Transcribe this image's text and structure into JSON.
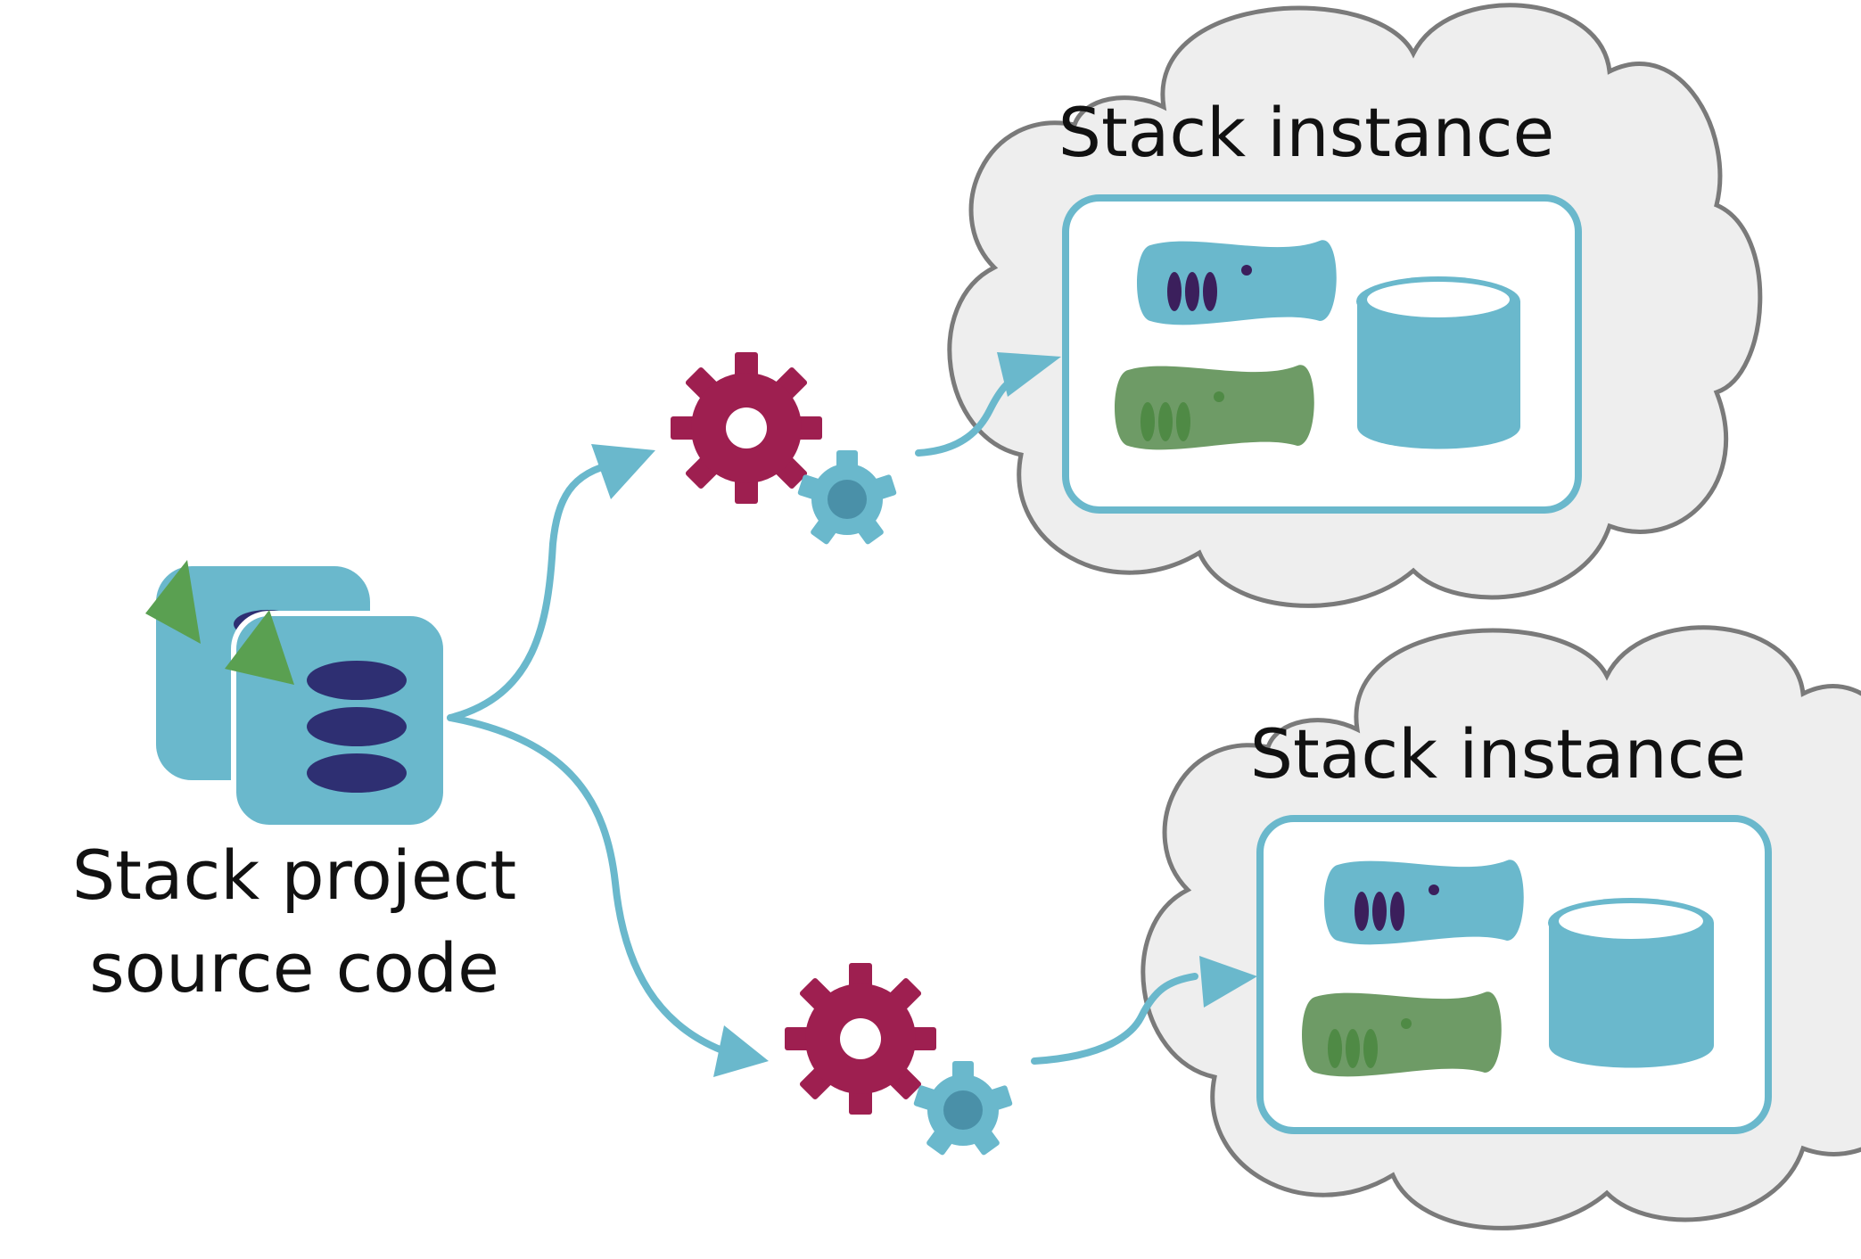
{
  "source": {
    "label_line1": "Stack project",
    "label_line2": "source code",
    "icon": "stack-project-files-icon"
  },
  "instances": [
    {
      "label": "Stack instance",
      "contents": [
        "server-icon",
        "server-icon",
        "database-icon"
      ]
    },
    {
      "label": "Stack instance",
      "contents": [
        "server-icon",
        "server-icon",
        "database-icon"
      ]
    }
  ],
  "process_icon": "gears-icon",
  "colors": {
    "teal": "#6ab8cc",
    "teal_dark": "#4a90a8",
    "navy": "#2e2f72",
    "green": "#5aa051",
    "green_server": "#6e9b66",
    "green_dots": "#4f8a45",
    "crimson": "#9e1f50",
    "cloud_fill": "#eeeeee",
    "cloud_stroke": "#7a7a7a",
    "dot_purple": "#3b1f5c"
  }
}
